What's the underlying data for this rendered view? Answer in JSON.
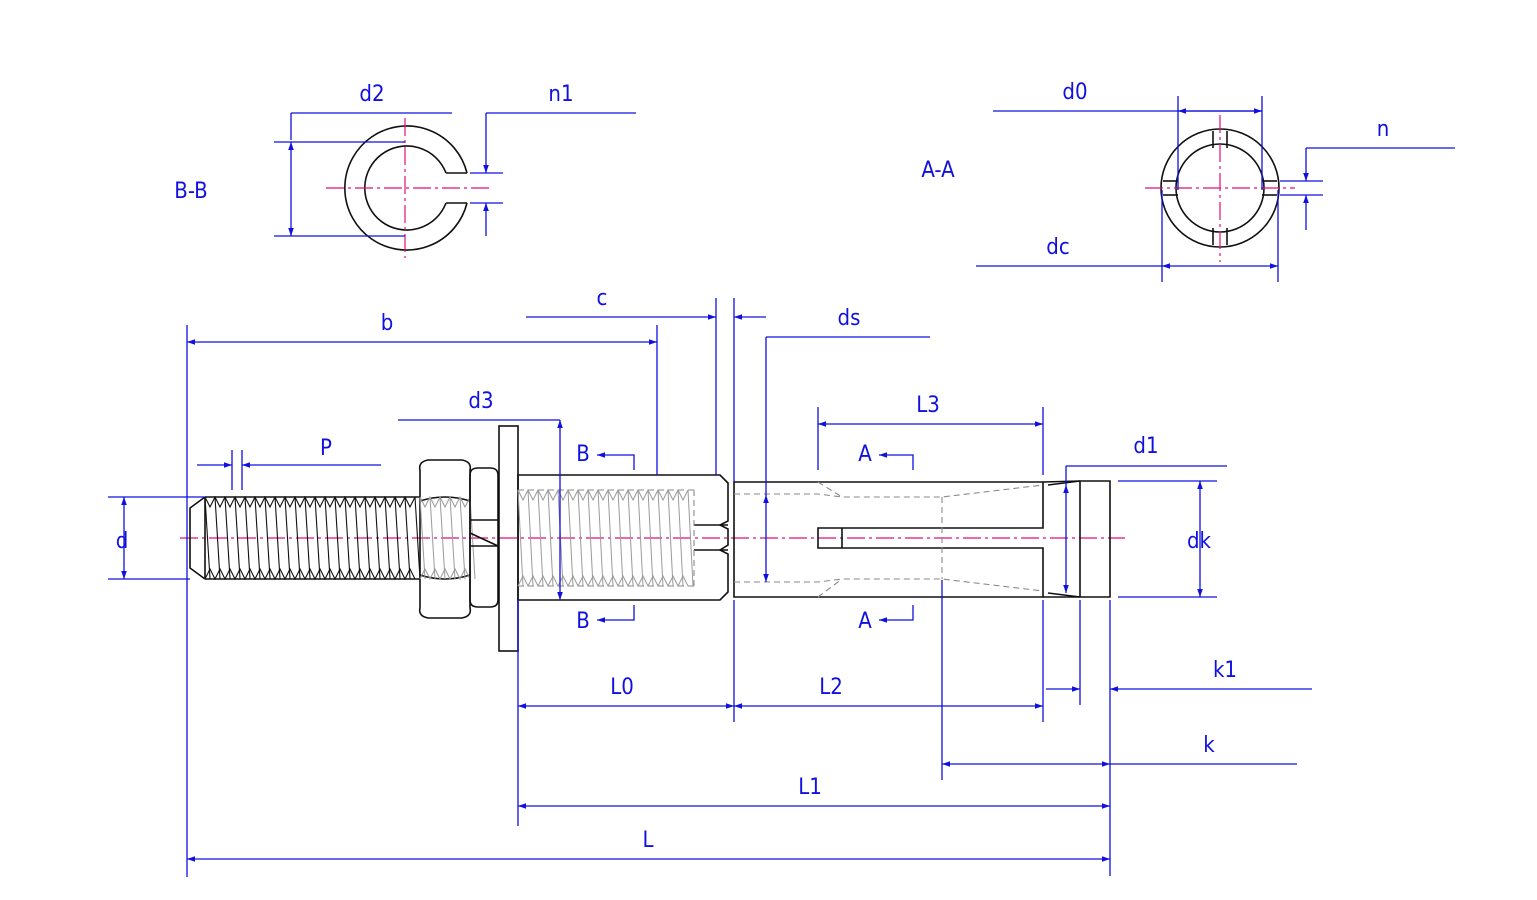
{
  "labels": {
    "d2": "d2",
    "n1": "n1",
    "section_bb": "B-B",
    "section_aa": "A-A",
    "d0": "d0",
    "n": "n",
    "dc": "dc",
    "c": "c",
    "b": "b",
    "ds": "ds",
    "d3": "d3",
    "L3": "L3",
    "P": "P",
    "d1": "d1",
    "d": "d",
    "dk": "dk",
    "cut_b_top": "B",
    "cut_b_bottom": "B",
    "cut_a_top": "A",
    "cut_a_bottom": "A",
    "L0": "L0",
    "L2": "L2",
    "k1": "k1",
    "k": "k",
    "L1": "L1",
    "L": "L"
  },
  "colors": {
    "dimension": "#1010e0",
    "outline": "#111111",
    "hidden": "#8a8a8a",
    "centerline": "#e0107a"
  }
}
